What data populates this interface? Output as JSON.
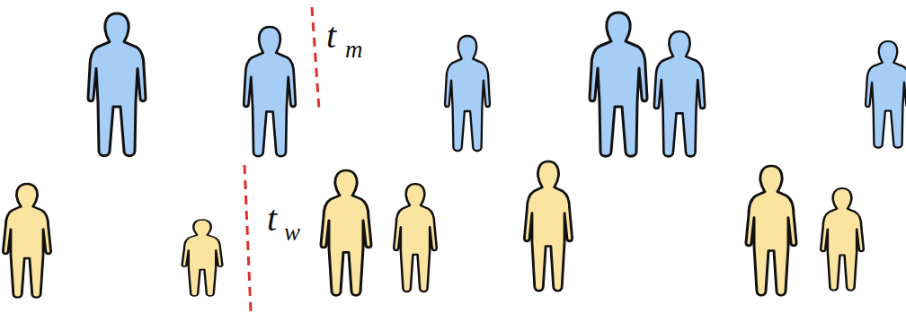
{
  "diagram": {
    "labels": [
      "t",
      "m",
      "t",
      "w"
    ]
  }
}
